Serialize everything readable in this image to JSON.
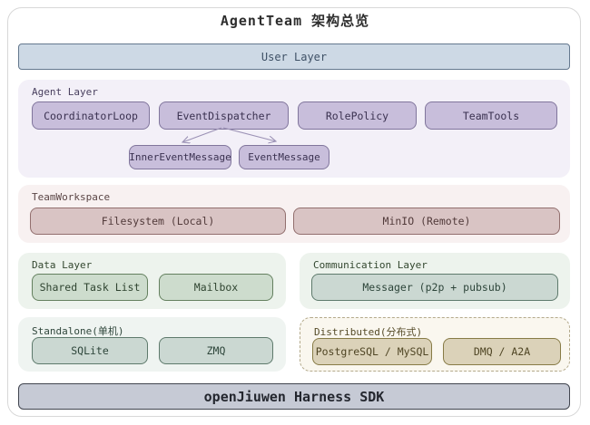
{
  "title": "AgentTeam 架构总览",
  "user_layer": {
    "label": "User Layer"
  },
  "agent_layer": {
    "label": "Agent Layer",
    "components": [
      "CoordinatorLoop",
      "EventDispatcher",
      "RolePolicy",
      "TeamTools"
    ],
    "messages": [
      "InnerEventMessage",
      "EventMessage"
    ]
  },
  "team_workspace": {
    "label": "TeamWorkspace",
    "components": [
      "Filesystem (Local)",
      "MinIO (Remote)"
    ]
  },
  "data_layer": {
    "label": "Data Layer",
    "components": [
      "Shared Task List",
      "Mailbox"
    ]
  },
  "communication_layer": {
    "label": "Communication Layer",
    "components": [
      "Messager (p2p + pubsub)"
    ]
  },
  "standalone": {
    "label": "Standalone(单机)",
    "components": [
      "SQLite",
      "ZMQ"
    ]
  },
  "distributed": {
    "label": "Distributed(分布式)",
    "components": [
      "PostgreSQL / MySQL",
      "DMQ / A2A"
    ]
  },
  "sdk_bar": {
    "label": "openJiuwen Harness SDK"
  },
  "colors": {
    "user_layer_fill": "#cdd9e5",
    "agent_box_fill": "#c8bedb",
    "workspace_box_fill": "#d9c4c4",
    "data_box_fill": "#cddccd",
    "comm_box_fill": "#cbd8d2",
    "distributed_box_fill": "#dbd2b9",
    "sdk_bar_fill": "#c6cad5",
    "arrow_stroke": "#9b91b5"
  }
}
